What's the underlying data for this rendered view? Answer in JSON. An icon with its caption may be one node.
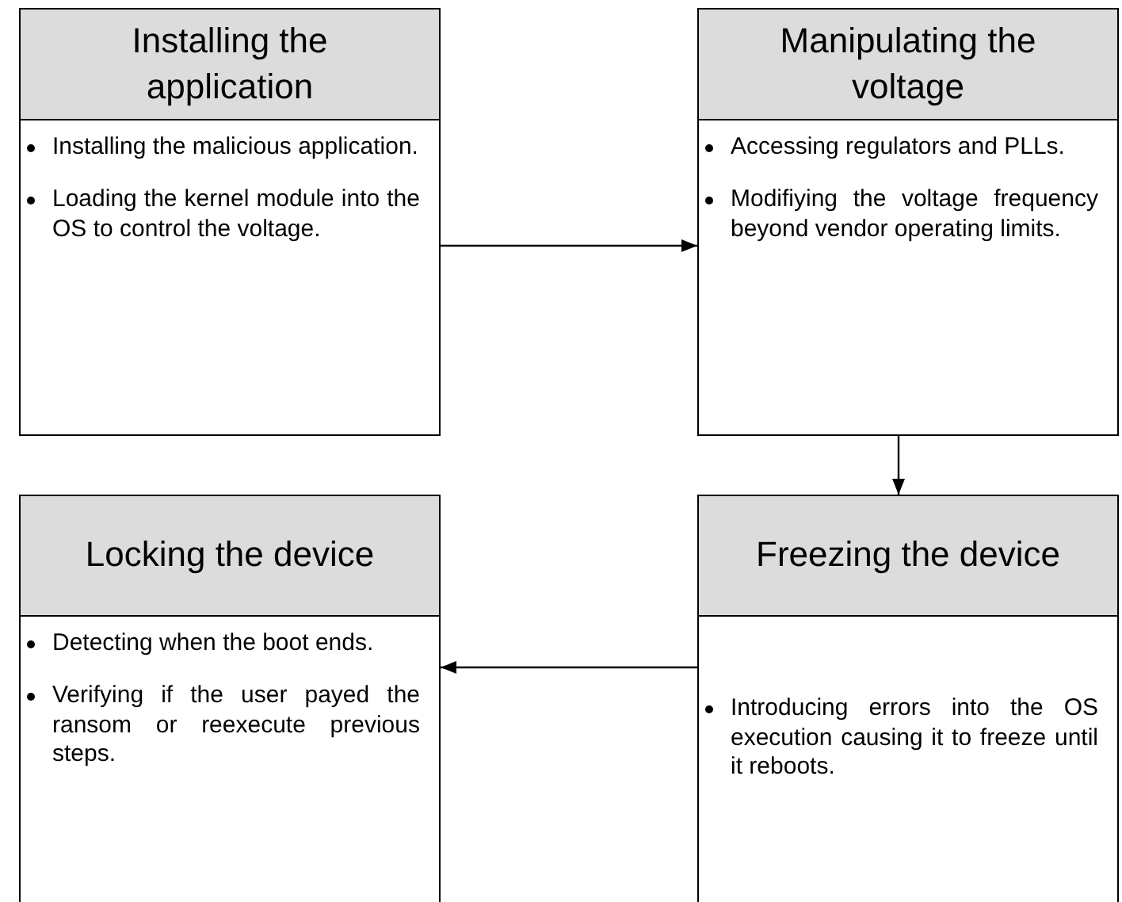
{
  "diagram": {
    "nodes": [
      {
        "text": [
          "Installing the application",
          "Installing the malicious application.",
          "Loading the kernel module into the OS to control the voltage."
        ]
      },
      {
        "text": [
          "Manipulating the voltage",
          "Accessing regulators and PLLs.",
          "Modifiying the voltage frequency beyond vendor operating limits."
        ]
      },
      {
        "text": [
          "Locking the device",
          "Detecting when the boot ends.",
          "Verifying if the user payed the ransom or reexecute previous steps."
        ]
      },
      {
        "text": [
          "Freezing the device",
          "Introducing errors into the OS execution causing it to freeze until it reboots."
        ]
      }
    ],
    "edges": [
      {
        "from": 0,
        "to": 1,
        "arrow": "to"
      },
      {
        "from": 1,
        "to": 3,
        "arrow": "to"
      },
      {
        "from": 3,
        "to": 2,
        "arrow": "to"
      }
    ]
  }
}
